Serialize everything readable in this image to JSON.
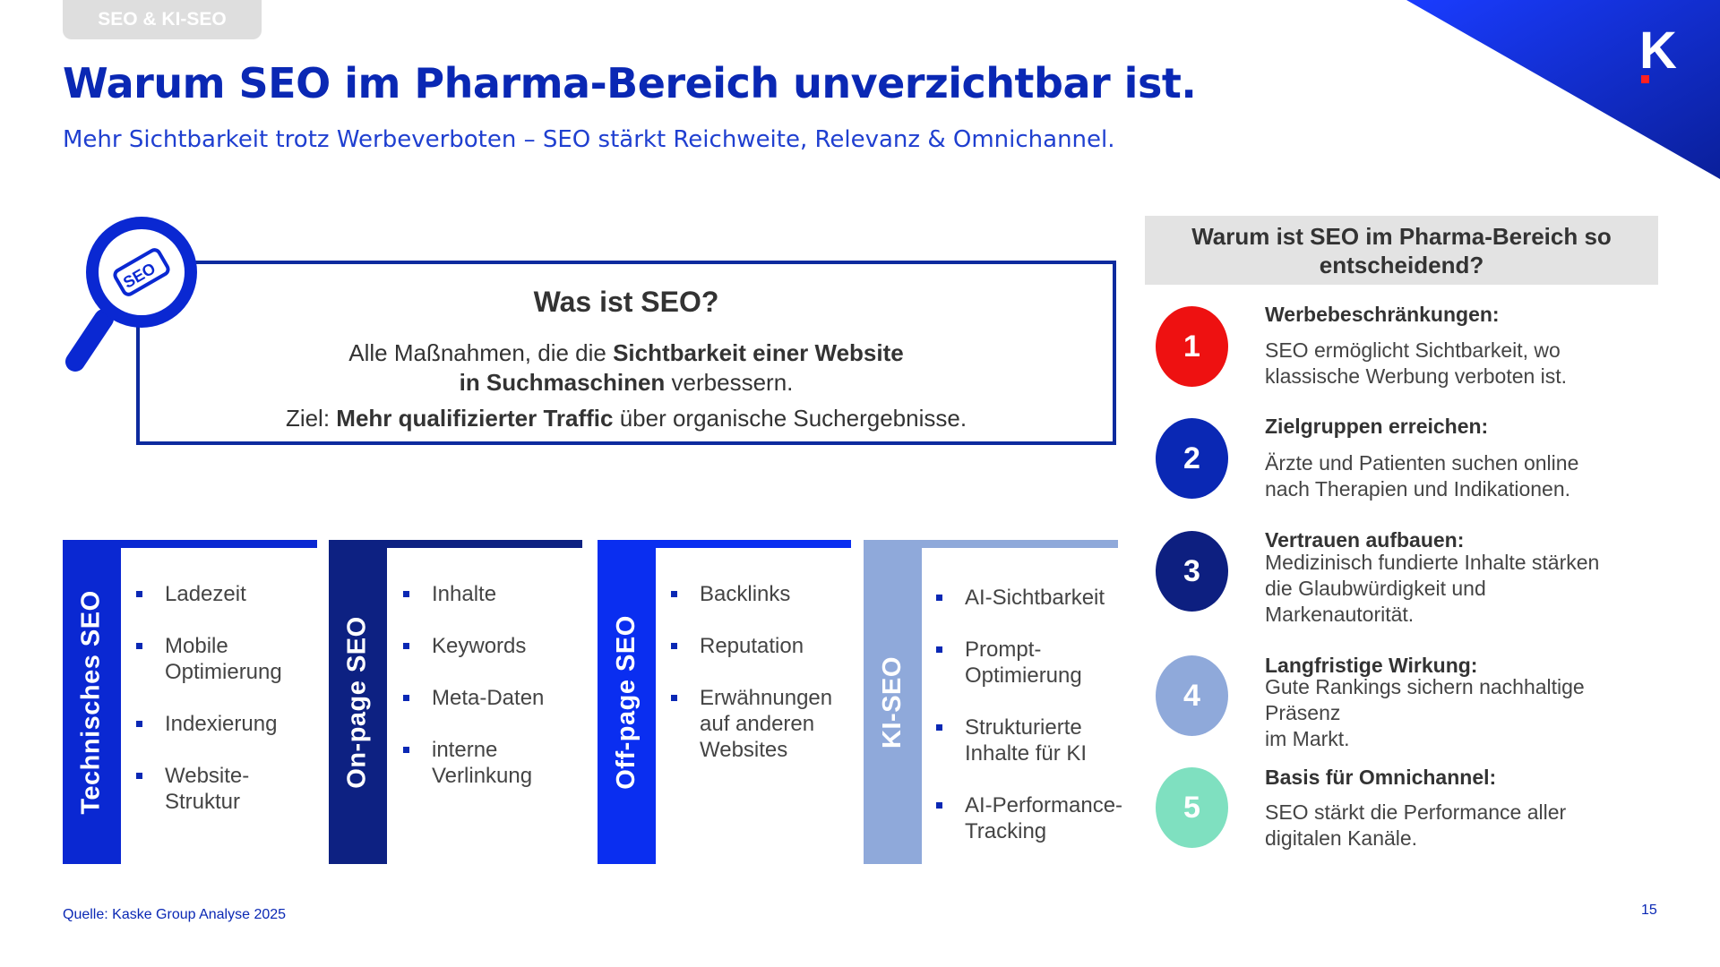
{
  "tag": "SEO & KI-SEO",
  "title": "Warum SEO im Pharma-Bereich unverzichtbar ist.",
  "subtitle": "Mehr Sichtbarkeit trotz Werbeverboten – SEO stärkt Reichweite, Relevanz & Omnichannel.",
  "logo_letter": "K",
  "magnifier_label": "SEO",
  "definition": {
    "title": "Was ist SEO?",
    "line1_pre": "Alle Maßnahmen, die die ",
    "line1_bold": "Sichtbarkeit einer Website",
    "line1b_bold": "in Suchmaschinen",
    "line1b_post": " verbessern.",
    "line2_pre": "Ziel: ",
    "line2_bold": "Mehr qualifizierter Traffic",
    "line2_post": " über organische Suchergebnisse."
  },
  "columns": [
    {
      "label": "Technisches SEO",
      "color": "#0a28d2",
      "items": [
        "Ladezeit",
        "Mobile Optimierung",
        "Indexierung",
        "Website-Struktur"
      ]
    },
    {
      "label": "On-page SEO",
      "color": "#0d2182",
      "items": [
        "Inhalte",
        "Keywords",
        "Meta-Daten",
        "interne Verlinkung"
      ]
    },
    {
      "label": "Off-page SEO",
      "color": "#0a2ef0",
      "items": [
        "Backlinks",
        "Reputation",
        "Erwähnungen auf anderen Websites"
      ]
    },
    {
      "label": "KI-SEO",
      "color": "#8fa9da",
      "items": [
        "AI-Sichtbarkeit",
        "Prompt-Optimierung",
        "Strukturierte Inhalte für KI",
        "AI-Performance-Tracking"
      ]
    }
  ],
  "why": {
    "heading": "Warum ist SEO im Pharma-Bereich so entscheidend?",
    "items": [
      {
        "num": "1",
        "color": "#ee1111",
        "head": "Werbebeschränkungen:",
        "text": "SEO ermöglicht Sichtbarkeit, wo klassische Werbung verboten ist."
      },
      {
        "num": "2",
        "color": "#0a28b4",
        "head": "Zielgruppen erreichen:",
        "text": "Ärzte und Patienten suchen online nach Therapien und Indikationen."
      },
      {
        "num": "3",
        "color": "#0d1f80",
        "head": "Vertrauen aufbauen:",
        "text": "Medizinisch fundierte Inhalte stärken die Glaubwürdigkeit und Markenautorität."
      },
      {
        "num": "4",
        "color": "#8fa9da",
        "head": "Langfristige Wirkung:",
        "text": "Gute Rankings sichern nachhaltige Präsenz im Markt."
      },
      {
        "num": "5",
        "color": "#7fe0c0",
        "head": "Basis für Omnichannel:",
        "text": "SEO stärkt die Performance aller digitalen Kanäle."
      }
    ]
  },
  "source": "Quelle: Kaske Group Analyse 2025",
  "page_number": "15"
}
